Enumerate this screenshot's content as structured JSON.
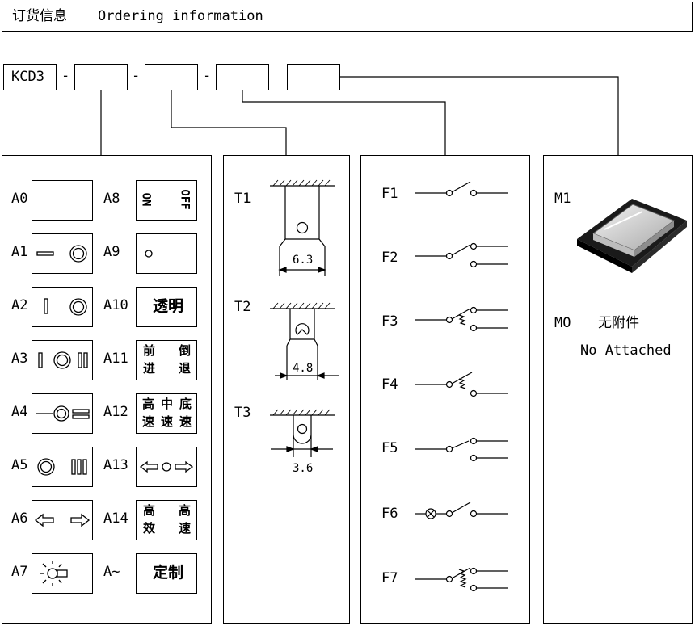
{
  "header": {
    "title_cn": "订货信息",
    "title_en": "Ordering information"
  },
  "code": {
    "prefix": "KCD3",
    "sep": "-"
  },
  "panel_a": {
    "left": [
      {
        "code": "A0"
      },
      {
        "code": "A1"
      },
      {
        "code": "A2"
      },
      {
        "code": "A3"
      },
      {
        "code": "A4"
      },
      {
        "code": "A5"
      },
      {
        "code": "A6"
      },
      {
        "code": "A7"
      }
    ],
    "right": [
      {
        "code": "A8",
        "on": "ON",
        "off": "OFF"
      },
      {
        "code": "A9"
      },
      {
        "code": "A10",
        "text": "透明"
      },
      {
        "code": "A11",
        "t1": "前",
        "t2": "倒",
        "t3": "进",
        "t4": "退"
      },
      {
        "code": "A12",
        "t1": "高",
        "t2": "中",
        "t3": "底",
        "t4": "速",
        "t5": "速",
        "t6": "速"
      },
      {
        "code": "A13"
      },
      {
        "code": "A14",
        "t1": "高",
        "t2": "高",
        "t3": "效",
        "t4": "速"
      },
      {
        "code": "A~",
        "text": "定制"
      }
    ]
  },
  "panel_t": {
    "items": [
      {
        "code": "T1",
        "dim": "6.3"
      },
      {
        "code": "T2",
        "dim": "4.8"
      },
      {
        "code": "T3",
        "dim": "3.6"
      }
    ]
  },
  "panel_f": {
    "items": [
      "F1",
      "F2",
      "F3",
      "F4",
      "F5",
      "F6",
      "F7"
    ]
  },
  "panel_m": {
    "m1": "M1",
    "m0": "MO",
    "m0_cn": "无附件",
    "m0_en": "No Attached"
  }
}
